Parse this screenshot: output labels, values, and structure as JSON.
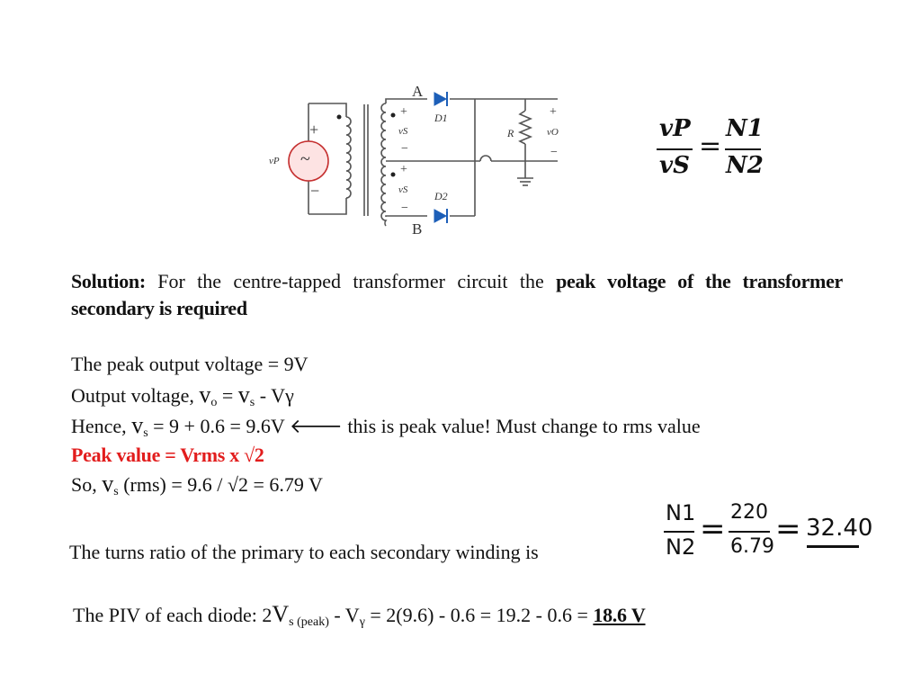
{
  "circuit": {
    "label_a": "A",
    "label_b": "B",
    "label_vp": "vP",
    "label_vs_top": "vS",
    "label_vs_bottom": "vS",
    "label_d1": "D1",
    "label_d2": "D2",
    "label_r": "R",
    "label_vo": "vO",
    "plus_sign": "+",
    "minus_sign": "−",
    "tilde": "~"
  },
  "ratio_formula": {
    "num_left": "vP",
    "den_left": "vS",
    "equals": "=",
    "num_right": "N1",
    "den_right": "N2"
  },
  "solution": {
    "label": "Solution:",
    "text_plain": "For the centre-tapped transformer circuit the",
    "text_bold": "peak voltage of the transformer secondary is required"
  },
  "lines": {
    "peak_output": "The peak output voltage = 9V",
    "output_voltage": {
      "prefix": "Output voltage, ",
      "v1": "v",
      "sub1": "o",
      "middle": " = ",
      "v2": "v",
      "sub2": "s",
      "suffix": " - Vγ"
    },
    "hence": {
      "prefix": "Hence, ",
      "v": "v",
      "sub": "s",
      "suffix": " = 9 + 0.6 = 9.6V  🡐 this is peak value! Must change to rms value"
    },
    "peak_value": "Peak value = Vrms  x  √2",
    "so": {
      "prefix": "So, ",
      "v": "v",
      "sub": "s",
      "suffix": " (rms) = 9.6 / √2 = 6.79 V"
    },
    "turns_ratio": "The turns ratio of the primary to each secondary winding is",
    "piv": {
      "prefix": "The PIV of each diode: 2",
      "v": "V",
      "sub": "s (peak)",
      "middle": " -  V",
      "sub2": "γ",
      "suffix": " =  2(9.6) - 0.6 = 19.2 - 0.6 = ",
      "result": "18.6 V"
    }
  },
  "turns_formula": {
    "n1": "N1",
    "n2": "N2",
    "eq1": "=",
    "num": "220",
    "den": "6.79",
    "eq2": "=",
    "result": "32.40"
  }
}
